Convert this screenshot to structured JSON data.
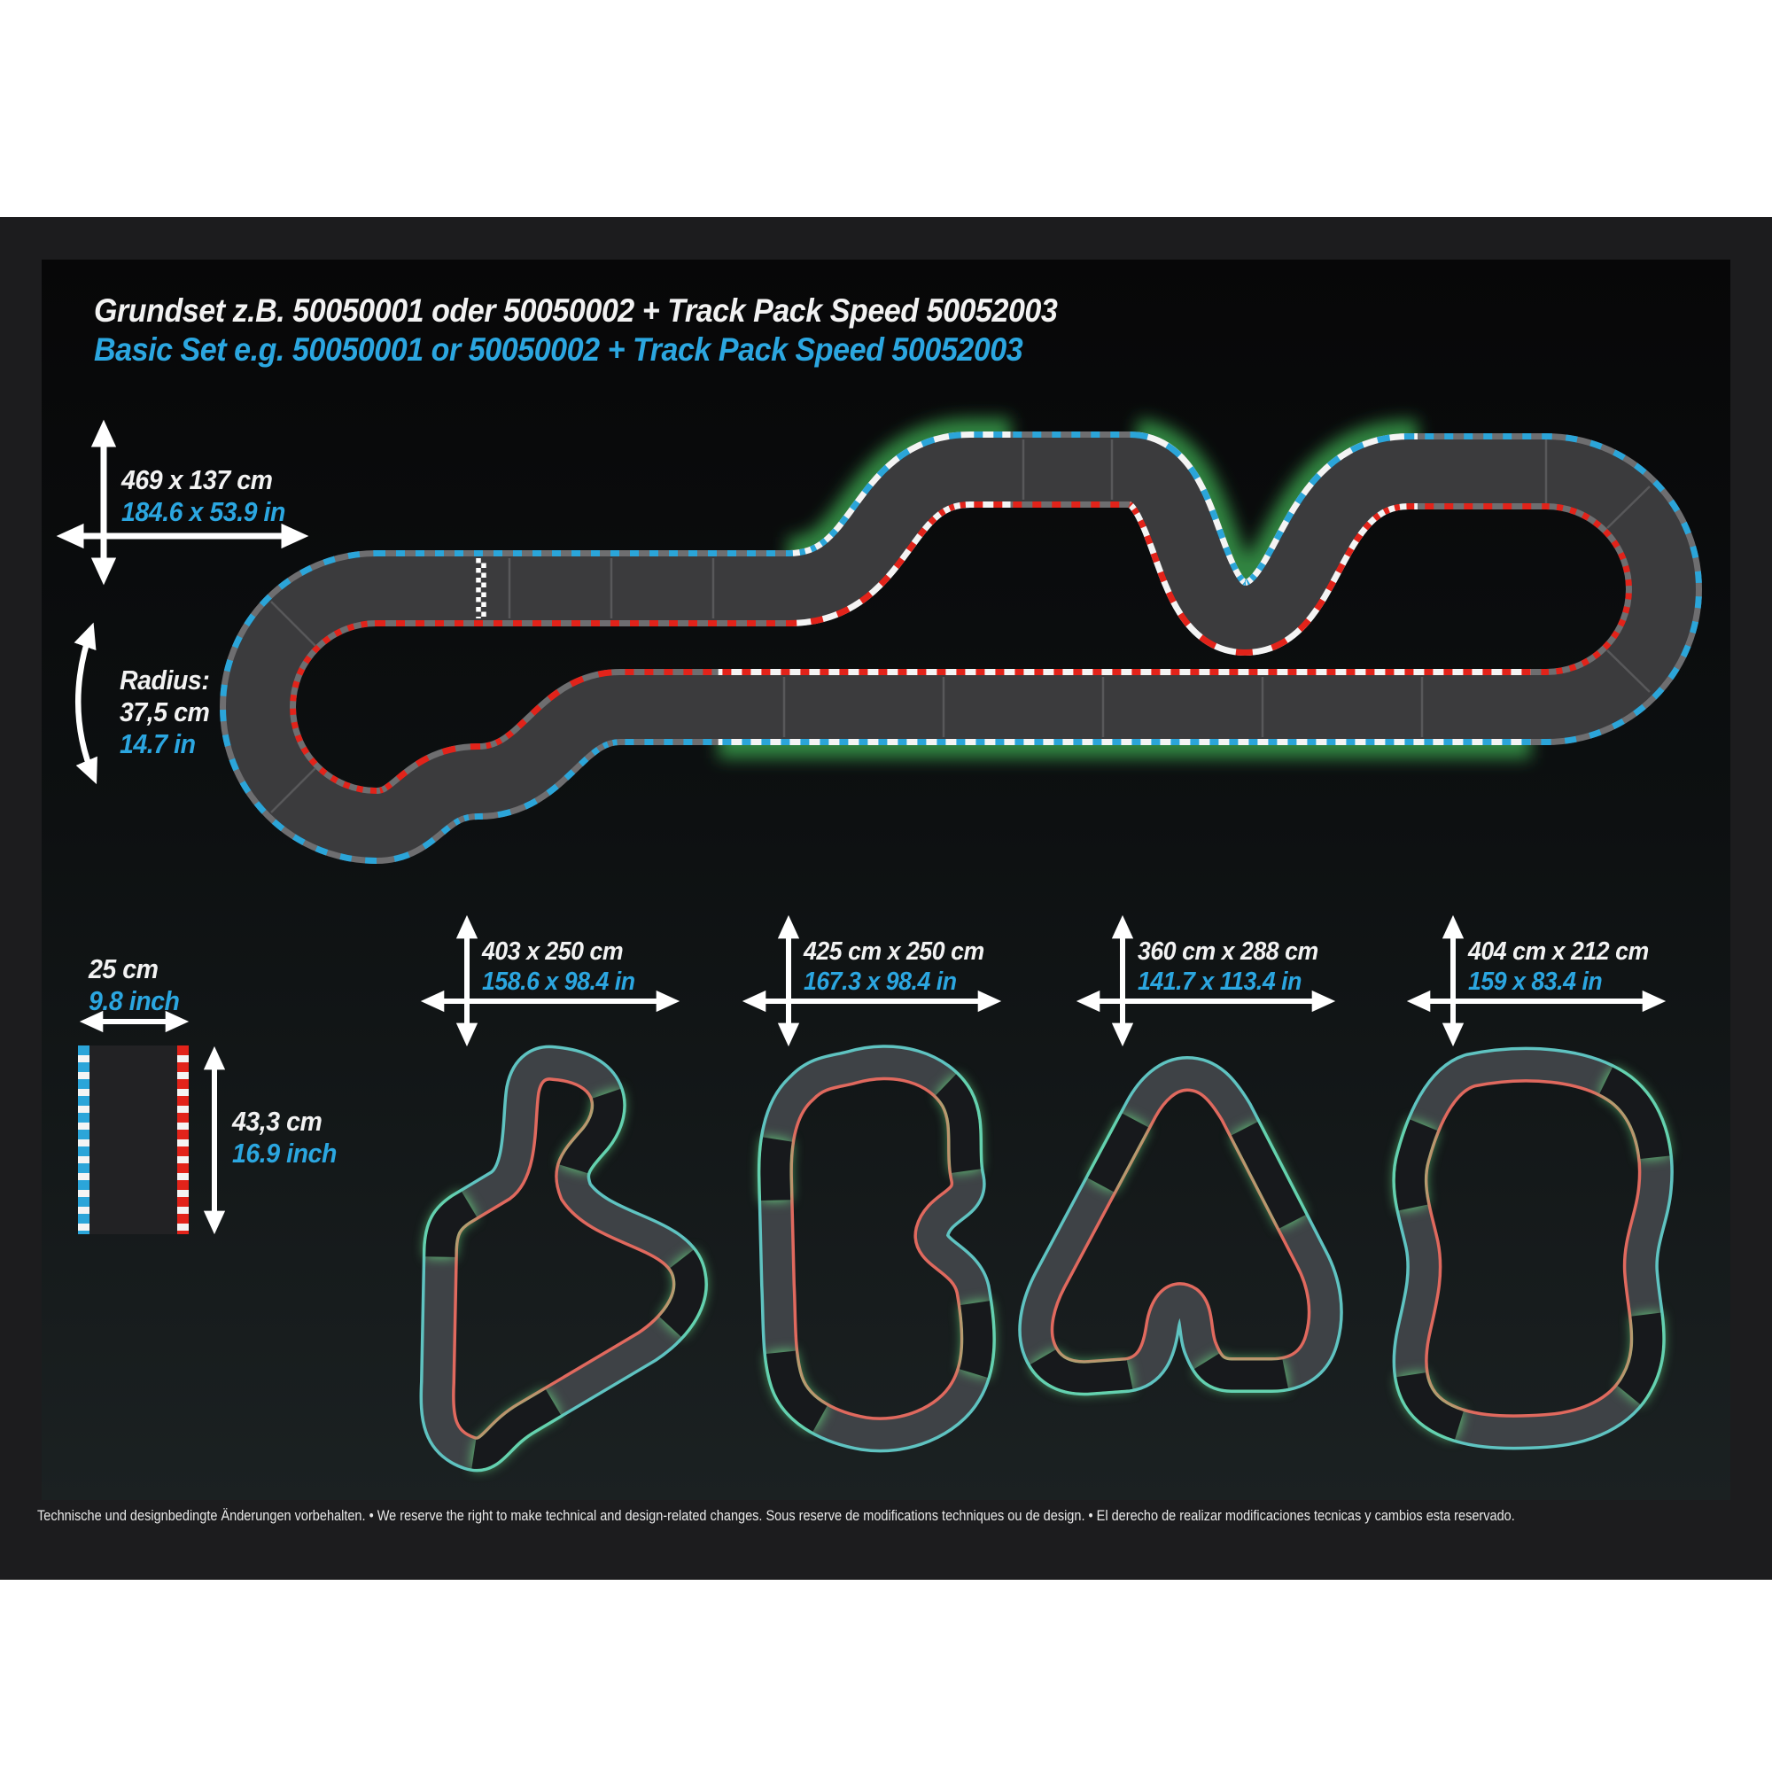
{
  "poster": {
    "title_de": "Grundset z.B. 50050001 oder 50050002 + Track Pack Speed 50052003",
    "title_en": "Basic Set e.g. 50050001 or 50050002 + Track Pack Speed 50052003",
    "footer": "Technische und designbedingte Änderungen vorbehalten. • We reserve the right to make technical and design-related changes. Sous reserve de modifications techniques ou de design. • El derecho de realizar modificaciones tecnicas y cambios esta reservado."
  },
  "main_layout": {
    "size_cm": "469 x 137 cm",
    "size_in": "184.6 x 53.9 in",
    "radius_label": "Radius:",
    "radius_cm": "37,5 cm",
    "radius_in": "14.7 in"
  },
  "track_piece": {
    "width_cm": "25 cm",
    "width_in": "9.8 inch",
    "length_cm": "43,3 cm",
    "length_in": "16.9 inch"
  },
  "alt_layouts": [
    {
      "size_cm": "403 x 250 cm",
      "size_in": "158.6 x 98.4 in"
    },
    {
      "size_cm": "425 cm x 250 cm",
      "size_in": "167.3 x 98.4 in"
    },
    {
      "size_cm": "360 cm x 288 cm",
      "size_in": "141.7 x 113.4 in"
    },
    {
      "size_cm": "404 cm x 212 cm",
      "size_in": "159 x 83.4 in"
    }
  ],
  "colors": {
    "accent_blue": "#2BA6E0",
    "track_red": "#E2231A",
    "edge_blue": "#2BA5D9",
    "mini_teal": "#5FC3C1",
    "mini_red": "#E0695E",
    "glow_green": "#55E07A",
    "road_gray": "#3B3B3D"
  }
}
